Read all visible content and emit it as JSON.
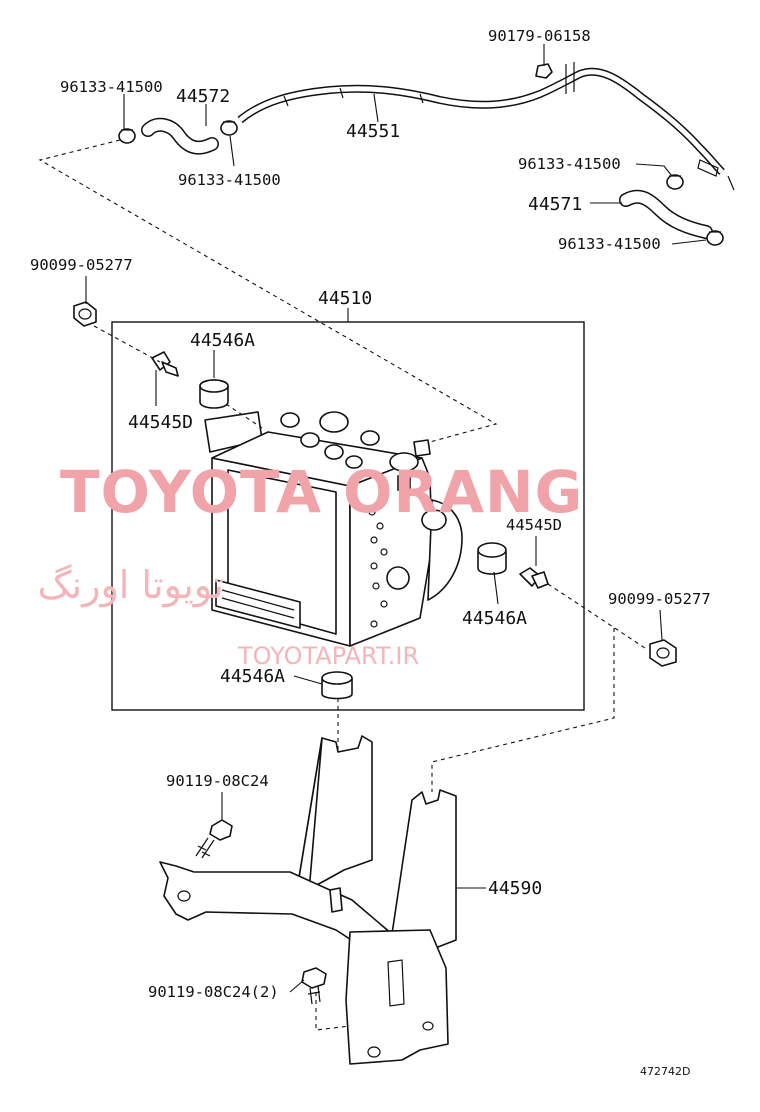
{
  "watermark": {
    "brand": "TOYOTA ORANG",
    "persian": "تویوتا اورنگ",
    "url": "TOYOTAPART.IR"
  },
  "labels": {
    "p90179_06158": "90179-06158",
    "p96133_41500_a": "96133-41500",
    "p44572": "44572",
    "p44551": "44551",
    "p96133_41500_b": "96133-41500",
    "p96133_41500_c": "96133-41500",
    "p44571": "44571",
    "p96133_41500_d": "96133-41500",
    "p90099_05277_a": "90099-05277",
    "p44510": "44510",
    "p44546A_a": "44546A",
    "p44545D_a": "44545D",
    "p44545D_b": "44545D",
    "p90099_05277_b": "90099-05277",
    "p44546A_b": "44546A",
    "p44546A_c": "44546A",
    "p90119_08C24_a": "90119-08C24",
    "p44590": "44590",
    "p90119_08C24_b": "90119-08C24(2)"
  },
  "figure_id": "472742D"
}
